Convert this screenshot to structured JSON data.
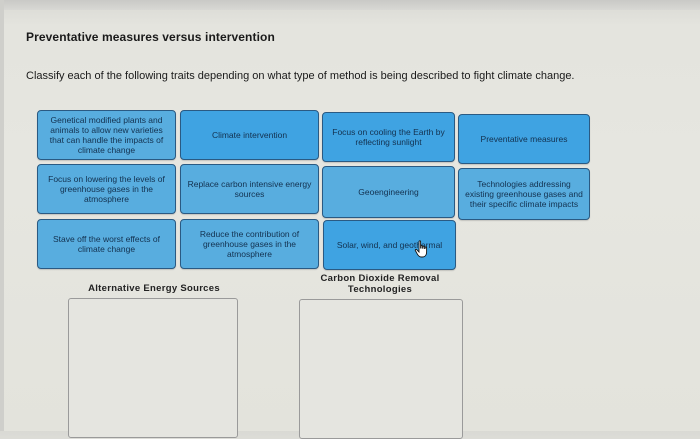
{
  "page": {
    "title": "Preventative measures versus intervention",
    "instruction": "Classify each of the following traits depending on what type of method is being described to fight climate change."
  },
  "cards": [
    {
      "label": "Genetical modified plants and animals to allow new varieties that can handle the impacts of climate change"
    },
    {
      "label": "Climate intervention"
    },
    {
      "label": "Focus on cooling the Earth by reflecting sunlight"
    },
    {
      "label": "Preventative measures"
    },
    {
      "label": "Focus on lowering the levels of greenhouse gases in the atmosphere"
    },
    {
      "label": "Replace carbon intensive energy sources"
    },
    {
      "label": "Geoengineering"
    },
    {
      "label": "Technologies addressing existing greenhouse gases and their specific climate impacts"
    },
    {
      "label": "Stave off the worst effects of climate change"
    },
    {
      "label": "Reduce the contribution of greenhouse gases in the atmosphere"
    },
    {
      "label": "Solar, wind, and geothermal"
    }
  ],
  "buckets": [
    {
      "label": "Alternative Energy Sources"
    },
    {
      "label": "Carbon Dioxide Removal Technologies"
    }
  ],
  "colors": {
    "card_fill": "#3fa3e2",
    "card_border": "#2a5a83",
    "card_text": "#13314f"
  }
}
